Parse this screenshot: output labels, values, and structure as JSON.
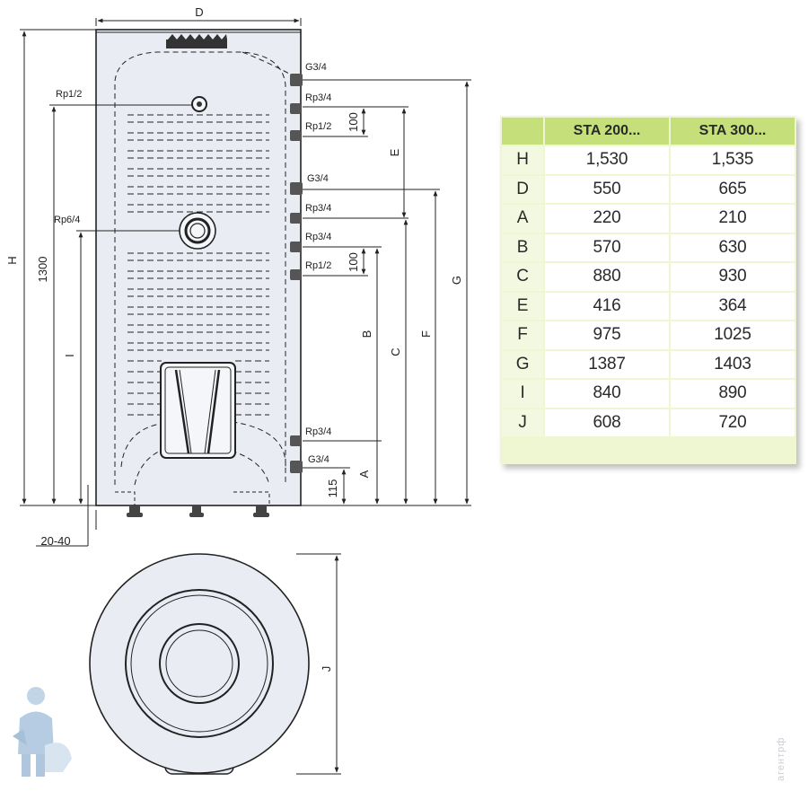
{
  "diagram": {
    "labels": {
      "D": "D",
      "H": "H",
      "J": "J",
      "A": "A",
      "B": "B",
      "C": "C",
      "E": "E",
      "F": "F",
      "G": "G",
      "I": "I",
      "dim_1300": "1300",
      "dim_100_top": "100",
      "dim_100_bottom": "100",
      "dim_115": "115",
      "dim_20_40": "20-40"
    },
    "connections": {
      "top_g34": "G3/4",
      "top_rp34": "Rp3/4",
      "top_rp12": "Rp1/2",
      "mid_g34": "G3/4",
      "mid_rp34_1": "Rp3/4",
      "mid_rp34_2": "Rp3/4",
      "mid_rp12": "Rp1/2",
      "low_rp34": "Rp3/4",
      "bottom_g34": "G3/4",
      "left_rp12": "Rp1/2",
      "left_rp64": "Rp6/4"
    }
  },
  "spec_table": {
    "headers": [
      "",
      "STA 200...",
      "STA 300..."
    ],
    "rows": [
      [
        "H",
        "1,530",
        "1,535"
      ],
      [
        "D",
        "550",
        "665"
      ],
      [
        "A",
        "220",
        "210"
      ],
      [
        "B",
        "570",
        "630"
      ],
      [
        "C",
        "880",
        "930"
      ],
      [
        "E",
        "416",
        "364"
      ],
      [
        "F",
        "975",
        "1025"
      ],
      [
        "G",
        "1387",
        "1403"
      ],
      [
        "I",
        "840",
        "890"
      ],
      [
        "J",
        "608",
        "720"
      ]
    ]
  },
  "watermark": "агентрф",
  "colors": {
    "tank_fill": "#e9edf3",
    "line": "#222222",
    "table_header": "#c5e07a",
    "table_bg": "#eef6d2"
  }
}
